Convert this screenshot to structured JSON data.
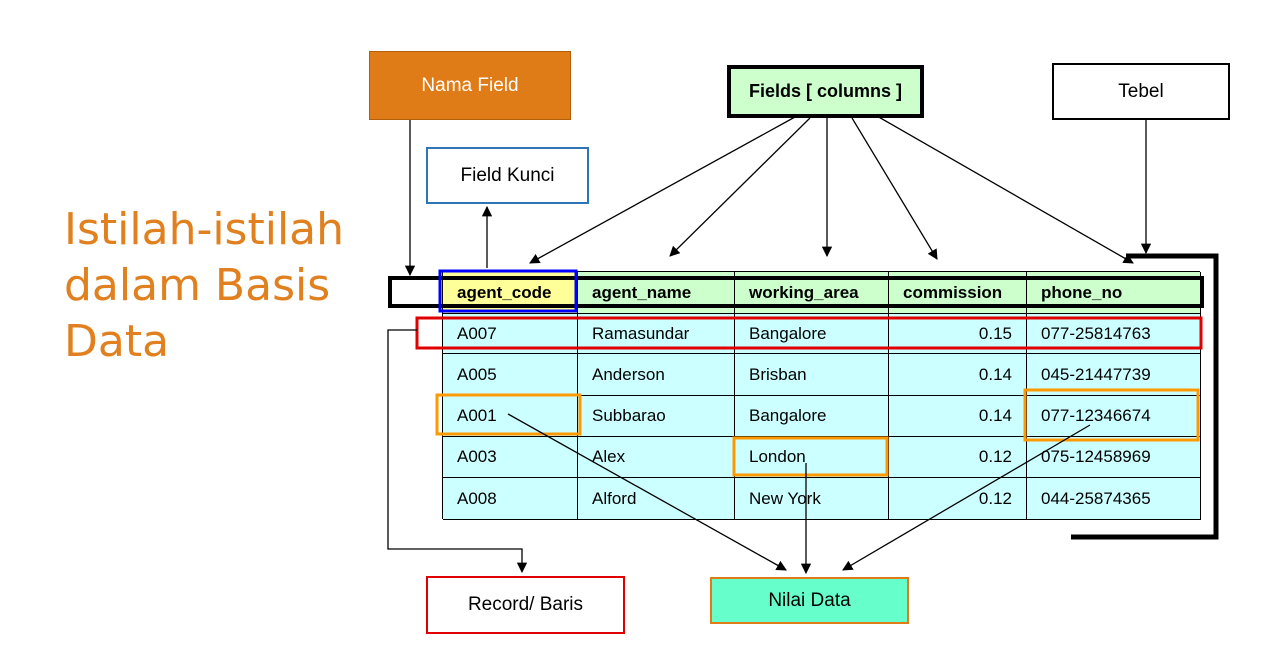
{
  "title": [
    "Istilah-istilah",
    "dalam Basis",
    "Data"
  ],
  "labels": {
    "nama_field": "Nama Field",
    "field_kunci": "Field Kunci",
    "fields_columns": "Fields [ columns ]",
    "tebel": "Tebel",
    "record_baris": "Record/ Baris",
    "nilai_data": "Nilai Data"
  },
  "table": {
    "headers": [
      "agent_code",
      "agent_name",
      "working_area",
      "commission",
      "phone_no"
    ],
    "rows": [
      [
        "A007",
        "Ramasundar",
        "Bangalore",
        "0.15",
        "077-25814763"
      ],
      [
        "A005",
        "Anderson",
        "Brisban",
        "0.14",
        "045-21447739"
      ],
      [
        "A001",
        "Subbarao",
        "Bangalore",
        "0.14",
        "077-12346674"
      ],
      [
        "A003",
        "Alex",
        "London",
        "0.12",
        "075-12458969"
      ],
      [
        "A008",
        "Alford",
        "New York",
        "0.12",
        "044-25874365"
      ]
    ]
  },
  "colors": {
    "title": "#E0801E",
    "header_bg": "#CCFFCC",
    "key_header_bg": "#FFFF99",
    "row_bg": "#CCFFFF",
    "record_highlight": "#E00000",
    "key_highlight": "#0000FF",
    "value_highlight": "#FF9900"
  }
}
